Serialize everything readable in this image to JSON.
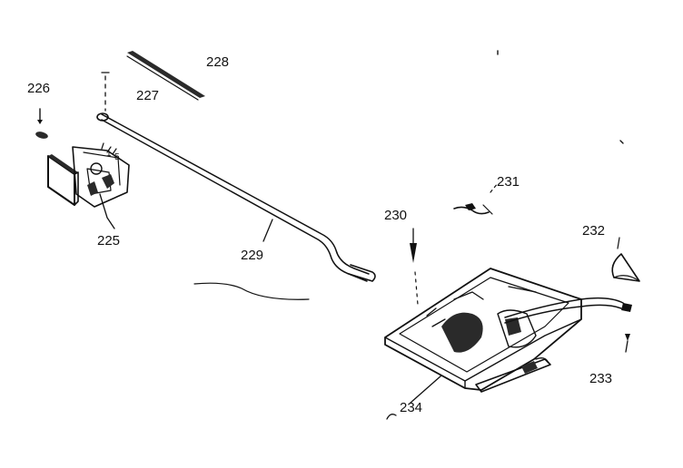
{
  "diagram": {
    "colors": {
      "ink": "#111111",
      "paper": "#ffffff"
    },
    "parts": [
      {
        "id": "225",
        "label": "225"
      },
      {
        "id": "226",
        "label": "226"
      },
      {
        "id": "227",
        "label": "227"
      },
      {
        "id": "228",
        "label": "228"
      },
      {
        "id": "229",
        "label": "229"
      },
      {
        "id": "230",
        "label": "230"
      },
      {
        "id": "231",
        "label": "231"
      },
      {
        "id": "232",
        "label": "232"
      },
      {
        "id": "233",
        "label": "233"
      },
      {
        "id": "234",
        "label": "234"
      }
    ]
  }
}
